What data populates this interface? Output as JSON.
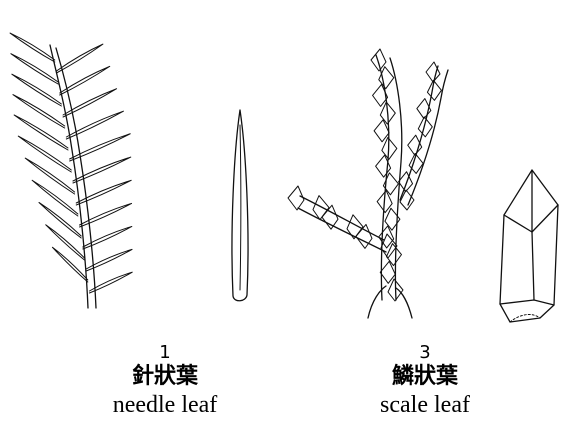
{
  "figures": {
    "needle": {
      "number": "1",
      "label_zh": "針狀葉",
      "label_en": "needle leaf"
    },
    "scale": {
      "number": "3",
      "label_zh": "鱗狀葉",
      "label_en": "scale leaf"
    }
  },
  "colors": {
    "ink": "#111111",
    "background": "#ffffff"
  }
}
